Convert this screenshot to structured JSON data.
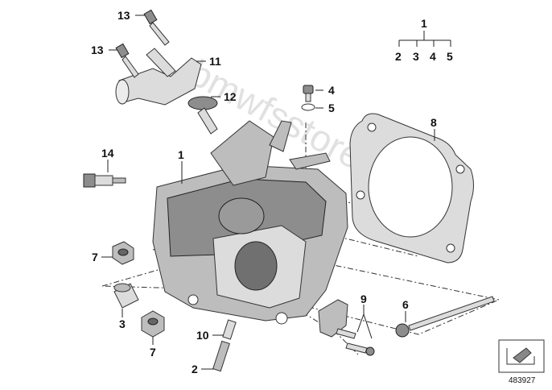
{
  "watermark": "bmwfsstore.pl",
  "diagram_id": "483927",
  "labels": {
    "l13a": "13",
    "l13b": "13",
    "l11": "11",
    "l12": "12",
    "l4": "4",
    "l5": "5",
    "l8": "8",
    "l14": "14",
    "l1": "1",
    "l7a": "7",
    "l3": "3",
    "l7b": "7",
    "l10": "10",
    "l2": "2",
    "l9": "9",
    "l6": "6"
  },
  "legend": {
    "root": "1",
    "children": [
      "2",
      "3",
      "4",
      "5"
    ]
  }
}
